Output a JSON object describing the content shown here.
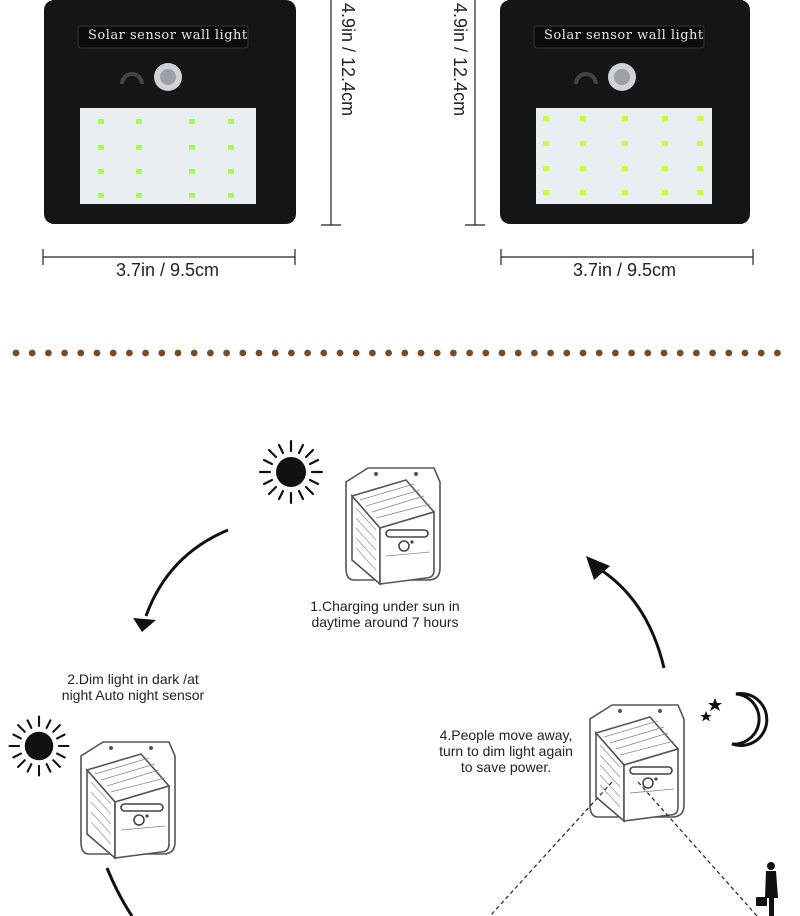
{
  "product": {
    "label_left": "Solar sensor wall light",
    "label_right": "Solar sensor wall light"
  },
  "dimensions": {
    "height_left": "4.9in / 12.4cm",
    "height_right": "4.9in / 12.4cm",
    "width_left": "3.7in / 9.5cm",
    "width_right": "3.7in / 9.5cm"
  },
  "steps": {
    "step1": {
      "line1": "1.Charging under sun in",
      "line2": "daytime around 7 hours"
    },
    "step2": {
      "line1": "2.Dim light in dark /at",
      "line2": "night Auto night sensor"
    },
    "step4": {
      "line1": "4.People move away,",
      "line2": "turn to dim light again",
      "line3": "to save power."
    }
  },
  "colors": {
    "dots": "#7a4a22",
    "device_body": "#151515",
    "led_panel": "#e9eef2",
    "led": "#c8ff3a"
  }
}
